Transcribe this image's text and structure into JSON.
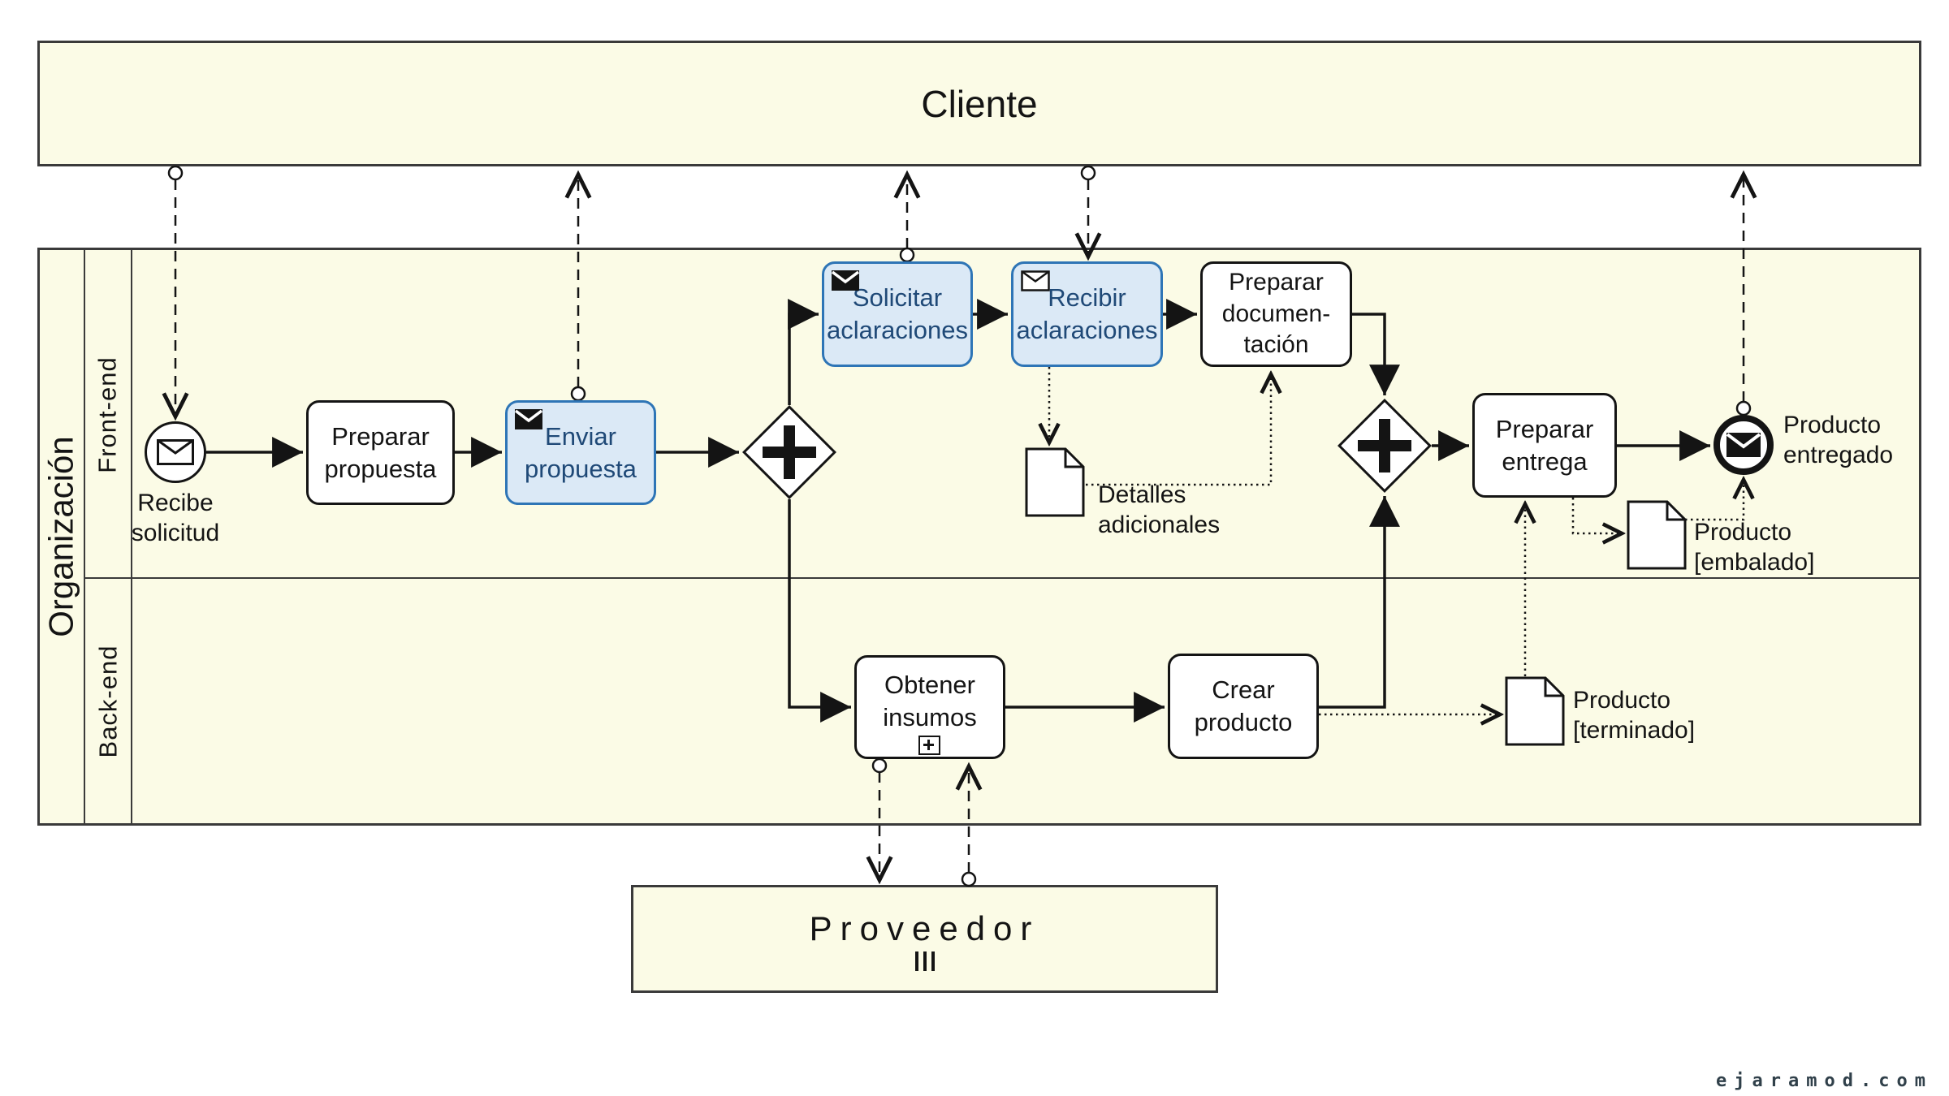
{
  "pools": {
    "cliente": {
      "title": "Cliente"
    },
    "organizacion": {
      "title": "Organización",
      "lanes": {
        "front_end": {
          "label": "Front-end"
        },
        "back_end": {
          "label": "Back-end"
        }
      }
    },
    "proveedor": {
      "title": "Proveedor",
      "marker": "multi-instance"
    }
  },
  "nodes": {
    "recibe_solicitud": {
      "type": "message-start-event",
      "label": "Recibe\nsolicitud"
    },
    "preparar_propuesta": {
      "type": "task",
      "label": "Preparar\npropuesta"
    },
    "enviar_propuesta": {
      "type": "send-task",
      "label": "Enviar\npropuesta"
    },
    "gateway_split": {
      "type": "parallel-gateway"
    },
    "solicitar_aclaraciones": {
      "type": "send-task",
      "label": "Solicitar\naclaraciones"
    },
    "recibir_aclaraciones": {
      "type": "receive-task",
      "label": "Recibir\naclaraciones"
    },
    "preparar_documentacion": {
      "type": "task",
      "label": "Preparar\ndocumen-\ntación"
    },
    "gateway_join": {
      "type": "parallel-gateway"
    },
    "preparar_entrega": {
      "type": "task",
      "label": "Preparar\nentrega"
    },
    "producto_entregado": {
      "type": "message-end-event",
      "label": "Producto\nentregado"
    },
    "obtener_insumos": {
      "type": "collapsed-subprocess",
      "label": "Obtener\ninsumos"
    },
    "crear_producto": {
      "type": "task",
      "label": "Crear\nproducto"
    }
  },
  "data_objects": {
    "detalles_adicionales": {
      "label": "Detalles\nadicionales"
    },
    "producto_terminado": {
      "label": "Producto\n[terminado]"
    },
    "producto_embalado": {
      "label": "Producto\n[embalado]"
    }
  },
  "colors": {
    "pool_fill": "#fbfbe6",
    "pool_border": "#3a3a3a",
    "task_fill": "#ffffff",
    "task_border": "#141414",
    "message_task_fill": "#dbe9f6",
    "message_task_border": "#2e75b6",
    "message_task_text": "#1f4977",
    "line": "#141414"
  },
  "watermark": "ejaramod.com"
}
